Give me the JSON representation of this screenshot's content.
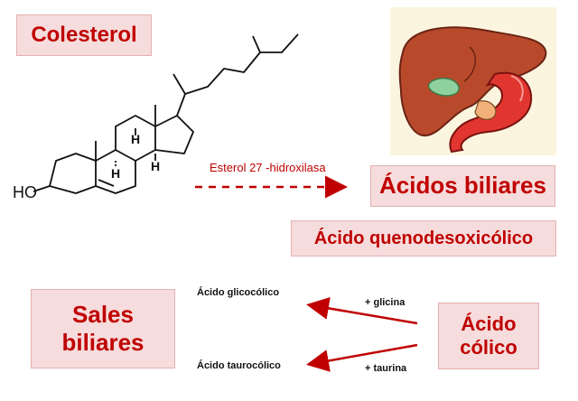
{
  "labels": {
    "colesterol": "Colesterol",
    "enzyme": "Esterol 27 -hidroxilasa",
    "acidos_biliares": "Ácidos biliares",
    "acido_queno": "Ácido quenodesoxicólico",
    "sales_line1": "Sales",
    "sales_line2": "biliares",
    "acido_colico_line1": "Ácido",
    "acido_colico_line2": "cólico",
    "glicocolico": "Ácido glicocólico",
    "taurocolico": "Ácido taurocólico",
    "glicina": "+ glicina",
    "taurina": "+ taurina"
  },
  "molecule": {
    "ho_label": "HO",
    "h_atom": "H"
  },
  "colors": {
    "accent": "#c00000",
    "box_fill": "#f6dcdc",
    "box_border": "#e3b1b1"
  }
}
